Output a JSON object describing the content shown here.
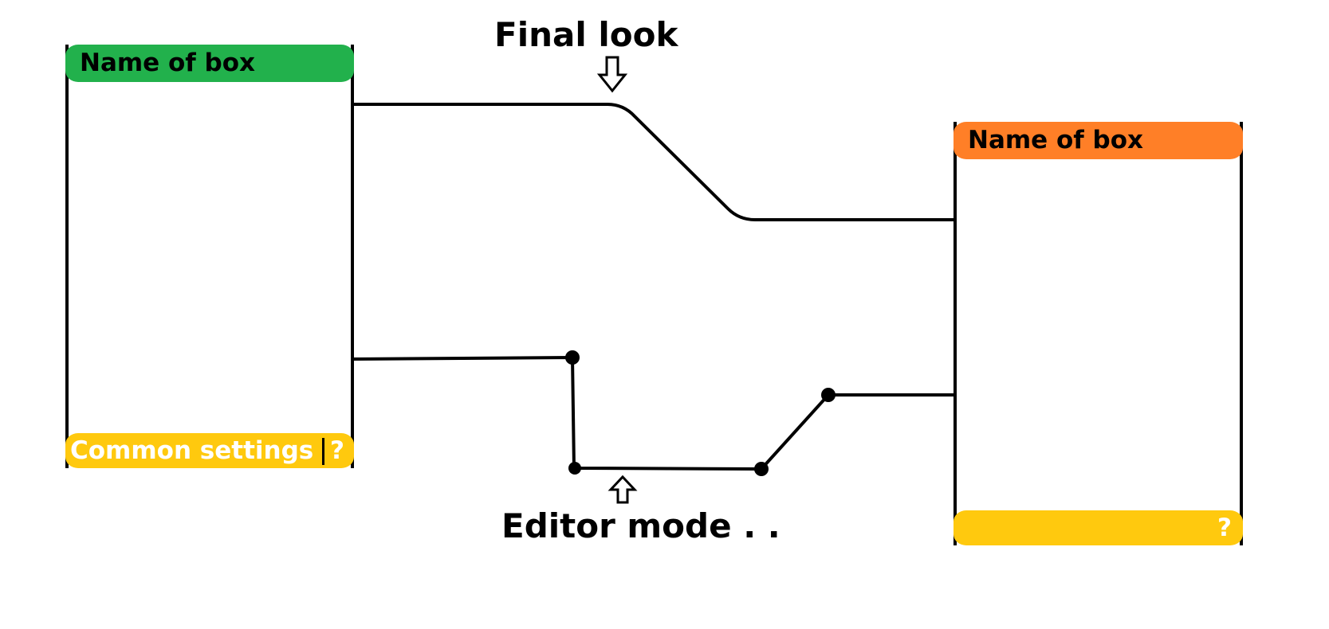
{
  "captions": {
    "final_look": "Final look",
    "editor_mode": "Editor mode . ."
  },
  "left_box": {
    "title": "Name of box",
    "footer_label": "Common settings",
    "footer_help": "?"
  },
  "right_box": {
    "title": "Name of box",
    "footer_label": "",
    "footer_help": "?"
  },
  "colors": {
    "left_header": "#22b14c",
    "right_header": "#ff7f27",
    "footer": "#ffc90e",
    "line": "#000000"
  },
  "icons": {
    "final_look_arrow": "down-arrow-outline",
    "editor_mode_arrow": "up-arrow-outline",
    "control_point": "filled-circle"
  }
}
